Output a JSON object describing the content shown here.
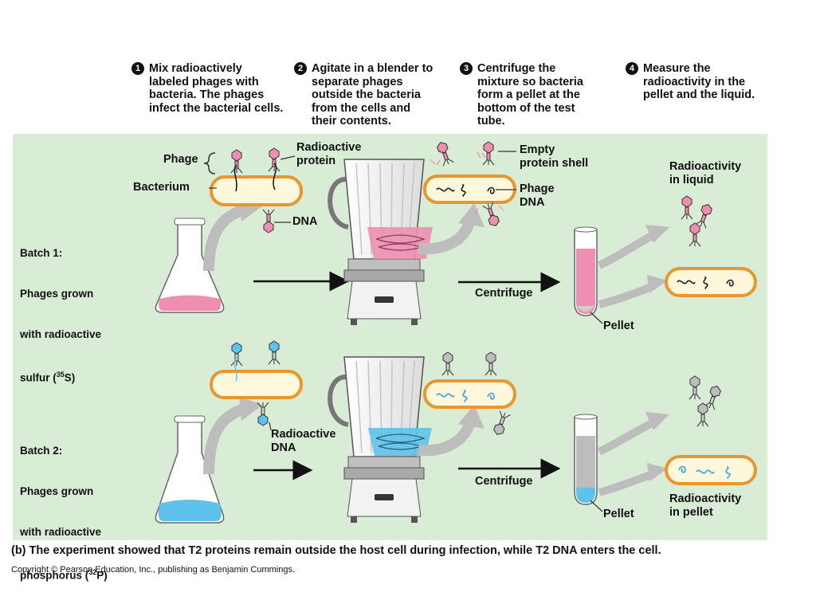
{
  "steps": [
    {
      "num": "1",
      "text": "Mix radioactively\nlabeled phages with\nbacteria. The phages\ninfect the bacterial cells."
    },
    {
      "num": "2",
      "text": "Agitate in a blender to\nseparate phages\noutside the bacteria\nfrom the cells and\ntheir contents."
    },
    {
      "num": "3",
      "text": "Centrifuge the\nmixture so bacteria\nform a pellet at the\nbottom of the test\ntube."
    },
    {
      "num": "4",
      "text": "Measure the\nradioactivity in the\npellet and the liquid."
    }
  ],
  "labels": {
    "phage": "Phage",
    "bacterium": "Bacterium",
    "radioactive_protein": "Radioactive\nprotein",
    "dna": "DNA",
    "empty_shell": "Empty\nprotein shell",
    "phage_dna": "Phage\nDNA",
    "radioactivity_liquid": "Radioactivity\nin liquid",
    "centrifuge_1": "Centrifuge",
    "pellet_1": "Pellet",
    "radioactive_dna": "Radioactive\nDNA",
    "centrifuge_2": "Centrifuge",
    "pellet_2": "Pellet",
    "radioactivity_pellet": "Radioactivity\nin pellet"
  },
  "batch1": {
    "title": "Batch 1:",
    "line1": "Phages grown",
    "line2": "with radioactive",
    "line3_pre": "sulfur (",
    "isotope_mass": "35",
    "isotope_symbol": "S",
    "line3_post": ")"
  },
  "batch2": {
    "title": "Batch 2:",
    "line1": "Phages grown",
    "line2": "with radioactive",
    "line3_pre": "phosphorus (",
    "isotope_mass": "32",
    "isotope_symbol": "P",
    "line3_post": ")"
  },
  "caption": "(b) The experiment showed that T2 proteins remain outside the host cell during infection, while T2 DNA enters the cell.",
  "copyright": "Copyright © Pearson Education, Inc., publishing as Benjamin Cummings.",
  "colors": {
    "panel_bg": "#d9ecd6",
    "sulfur_pink": "#ee8fb1",
    "phosphorus_blue": "#5fc2ea",
    "bacterium_fill": "#fdf7dc",
    "bacterium_outline": "#e9962f",
    "unlabeled_gray": "#999999"
  }
}
